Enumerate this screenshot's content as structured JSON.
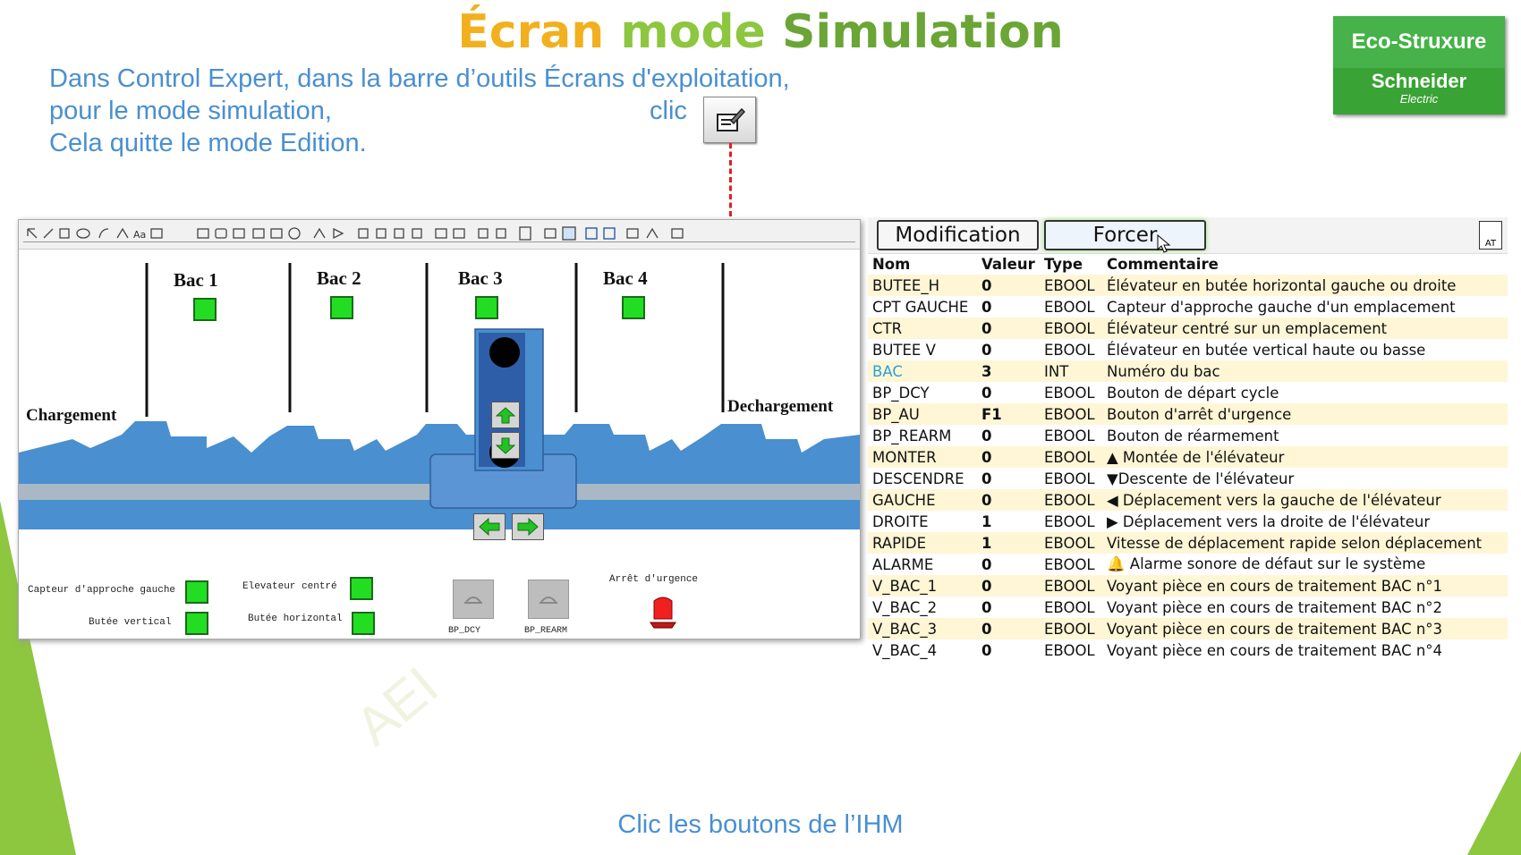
{
  "title": {
    "part1": "Écran ",
    "part2": "mode ",
    "part3": "Simulation"
  },
  "intro": {
    "line1": "Dans Control Expert, dans la barre d’outils Écrans d'exploitation,",
    "line2": "pour le mode simulation,",
    "line3": "Cela quitte le mode Edition.",
    "clic": "clic"
  },
  "logo": {
    "top": "Eco-Struxure",
    "name": "Schneider",
    "sub": "Electric"
  },
  "hmi": {
    "bacs": [
      "Bac 1",
      "Bac 2",
      "Bac 3",
      "Bac 4"
    ],
    "chargement": "Chargement",
    "dechargement": "Dechargement",
    "labels": {
      "capteur": "Capteur d'approche gauche",
      "butee_v": "Butée vertical",
      "elev_centre": "Elevateur centré",
      "butee_h": "Butée horizontal",
      "bp_dcy": "BP_DCY",
      "bp_rearm": "BP_REARM",
      "arret": "Arrêt d'urgence"
    }
  },
  "tabs": {
    "modification": "Modification",
    "forcer": "Forcer",
    "at": "AT"
  },
  "table": {
    "headers": [
      "Nom",
      "Valeur",
      "Type",
      "Commentaire"
    ],
    "rows": [
      {
        "nom": "BUTEE_H",
        "val": "0",
        "type": "EBOOL",
        "com": "Élévateur en butée horizontal gauche ou droite"
      },
      {
        "nom": "CPT GAUCHE",
        "val": "0",
        "type": "EBOOL",
        "com": "Capteur d'approche gauche d'un emplacement"
      },
      {
        "nom": "CTR",
        "val": "0",
        "type": "EBOOL",
        "com": "Élévateur centré sur un emplacement"
      },
      {
        "nom": "BUTEE V",
        "val": "0",
        "type": "EBOOL",
        "com": "Élévateur en butée vertical haute ou basse"
      },
      {
        "nom": "BAC",
        "val": "3",
        "type": "INT",
        "com": "Numéro du bac"
      },
      {
        "nom": "BP_DCY",
        "val": "0",
        "type": "EBOOL",
        "com": "Bouton de départ cycle"
      },
      {
        "nom": "BP_AU",
        "val": "F1",
        "type": "EBOOL",
        "com": "Bouton d'arrêt d'urgence"
      },
      {
        "nom": "BP_REARM",
        "val": "0",
        "type": "EBOOL",
        "com": "Bouton de réarmement"
      },
      {
        "nom": "MONTER",
        "val": "0",
        "type": "EBOOL",
        "com": "▲ Montée de l'élévateur"
      },
      {
        "nom": "DESCENDRE",
        "val": "0",
        "type": "EBOOL",
        "com": "▼Descente de l'élévateur"
      },
      {
        "nom": "GAUCHE",
        "val": "0",
        "type": "EBOOL",
        "com": "◀ Déplacement vers la gauche de l'élévateur"
      },
      {
        "nom": "DROITE",
        "val": "1",
        "type": "EBOOL",
        "com": "▶ Déplacement vers la droite de l'élévateur"
      },
      {
        "nom": "RAPIDE",
        "val": "1",
        "type": "EBOOL",
        "com": "Vitesse de déplacement rapide selon déplacement"
      },
      {
        "nom": "ALARME",
        "val": "0",
        "type": "EBOOL",
        "com": "🔔 Alarme sonore de défaut sur le système"
      },
      {
        "nom": "V_BAC_1",
        "val": "0",
        "type": "EBOOL",
        "com": "Voyant pièce en cours de traitement BAC n°1"
      },
      {
        "nom": "V_BAC_2",
        "val": "0",
        "type": "EBOOL",
        "com": "Voyant pièce en cours de traitement BAC n°2"
      },
      {
        "nom": "V_BAC_3",
        "val": "0",
        "type": "EBOOL",
        "com": "Voyant pièce en cours de traitement BAC n°3"
      },
      {
        "nom": "V_BAC_4",
        "val": "0",
        "type": "EBOOL",
        "com": "Voyant pièce en cours de traitement BAC n°4"
      }
    ]
  },
  "bottom": "Clic les boutons de l’IHM",
  "watermark": "AEI",
  "colors": {
    "green": "#8dc63f",
    "orange": "#f2b01e",
    "blue_text": "#4a8fd0",
    "led_green": "#22dd22",
    "value_red": "#e00000"
  }
}
